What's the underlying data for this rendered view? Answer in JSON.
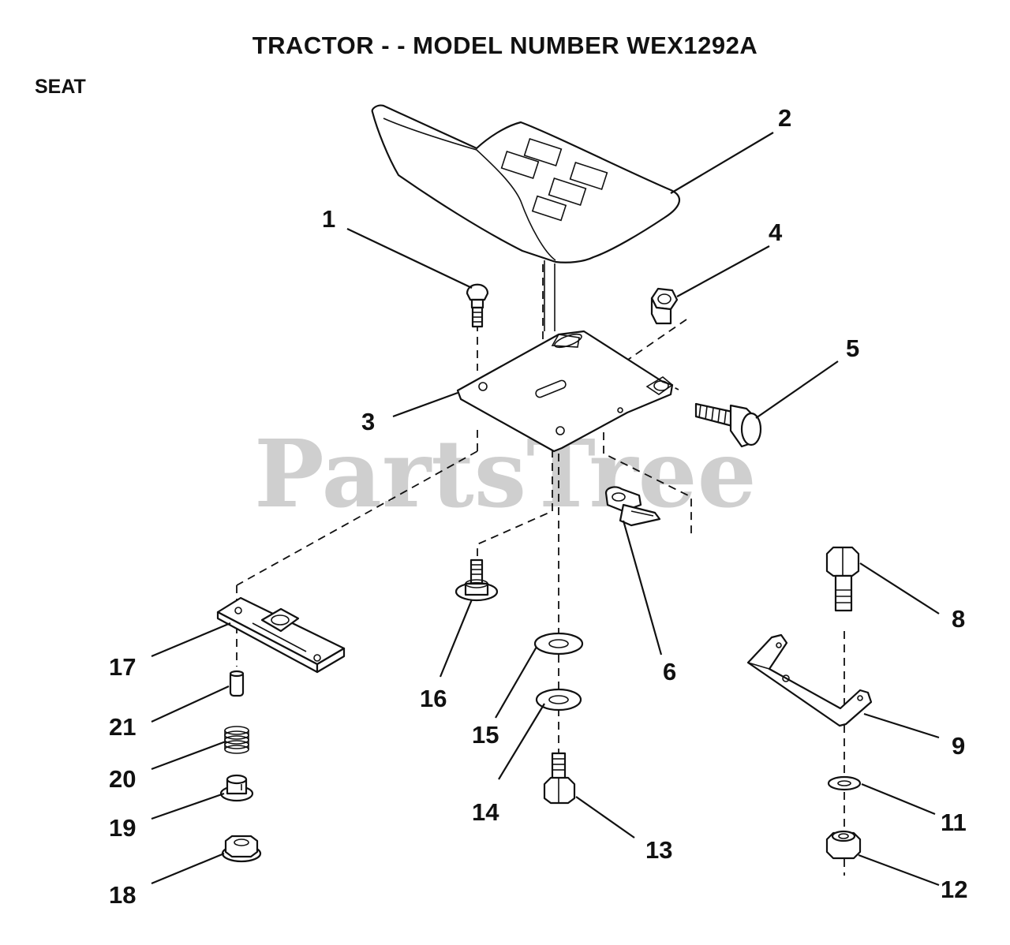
{
  "title": "TRACTOR - - MODEL NUMBER WEX1292A",
  "section": "SEAT",
  "watermark": "PartsTree",
  "callouts": {
    "c1": "1",
    "c2": "2",
    "c3": "3",
    "c4": "4",
    "c5": "5",
    "c6": "6",
    "c8": "8",
    "c9": "9",
    "c11": "11",
    "c12": "12",
    "c13": "13",
    "c14": "14",
    "c15": "15",
    "c16": "16",
    "c17": "17",
    "c18": "18",
    "c19": "19",
    "c20": "20",
    "c21": "21"
  },
  "colors": {
    "ink": "#111111",
    "watermark": "#cfcfcf",
    "background": "#ffffff"
  }
}
